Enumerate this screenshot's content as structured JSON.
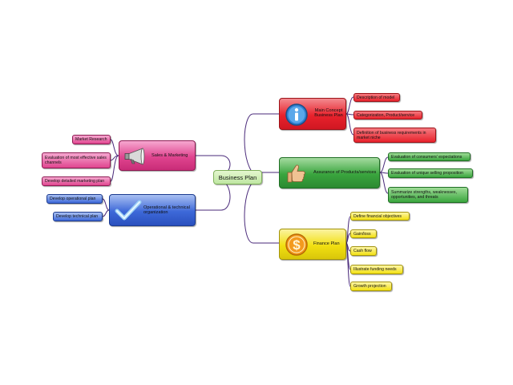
{
  "center": {
    "label": "Business Plan"
  },
  "branches": {
    "main_concept": {
      "label": "Main Concept Business Plan",
      "icon": "info-icon",
      "color": "#e8222c",
      "leaves": [
        "Description of model",
        "Categorization, Product/service",
        "Definition of business requirements in market niche"
      ]
    },
    "assurance": {
      "label": "Assurance of Products/services",
      "icon": "thumbs-up-icon",
      "color": "#3aa53e",
      "leaves": [
        "Evaluation of consumers' expectations",
        "Evaluation of unique selling proposition",
        "Summarize strengths, weaknesses, opportunities, and threats"
      ]
    },
    "finance": {
      "label": "Finance Plan",
      "icon": "dollar-coin-icon",
      "color": "#f2e011",
      "leaves": [
        "Define financial objectives",
        "Gain/loss",
        "Cash flow",
        "Illustrate funding needs",
        "Growth projection"
      ]
    },
    "sales": {
      "label": "Sales & Marketing",
      "icon": "megaphone-icon",
      "color": "#e0458f",
      "leaves": [
        "Market Research",
        "Evaluation of most effective sales channels",
        "Develop detailed marketing plan"
      ]
    },
    "operational": {
      "label": "Operational & technical organization",
      "icon": "checkmark-icon",
      "color": "#3d68d8",
      "leaves": [
        "Develop operational plan",
        "Develop technical plan"
      ]
    }
  }
}
